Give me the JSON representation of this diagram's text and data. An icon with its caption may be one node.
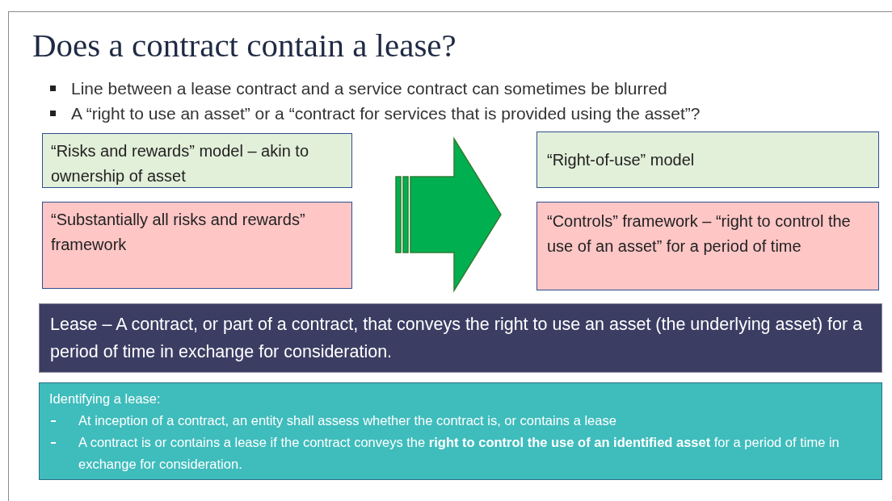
{
  "diagram": {
    "title": "Does a contract contain a lease?",
    "nodes": [
      {
        "text": [
          "“Risks and rewards” model – akin to ownership of asset"
        ]
      },
      {
        "text": [
          "“Substantially all risks and rewards” framework"
        ]
      },
      {
        "text": [
          "“Right-of-use” model"
        ]
      },
      {
        "text": [
          "“Controls” framework – “right to control the use of an asset” for a period of time"
        ]
      },
      {
        "text": [
          "Lease – A contract, or part of a contract, that conveys the right to use an asset (the underlying asset) for a period of time in exchange for consideration."
        ]
      },
      {
        "text": [
          "Identifying a lease:",
          "At inception of a contract, an entity shall assess whether the contract is, or contains a lease",
          "A contract is or contains a lease if the contract conveys the **right to control the use of an identified asset** for a period of time in exchange for consideration."
        ]
      }
    ],
    "edges": [
      {
        "from": 0,
        "to": 2,
        "arrow": "to",
        "style": "thick"
      },
      {
        "from": 1,
        "to": 3,
        "arrow": "to",
        "style": "thick"
      }
    ],
    "labels": [
      "Line between a lease contract and a service contract can sometimes be blurred",
      "A “right to use an asset” or a “contract for services that is provided using the asset”?"
    ]
  }
}
